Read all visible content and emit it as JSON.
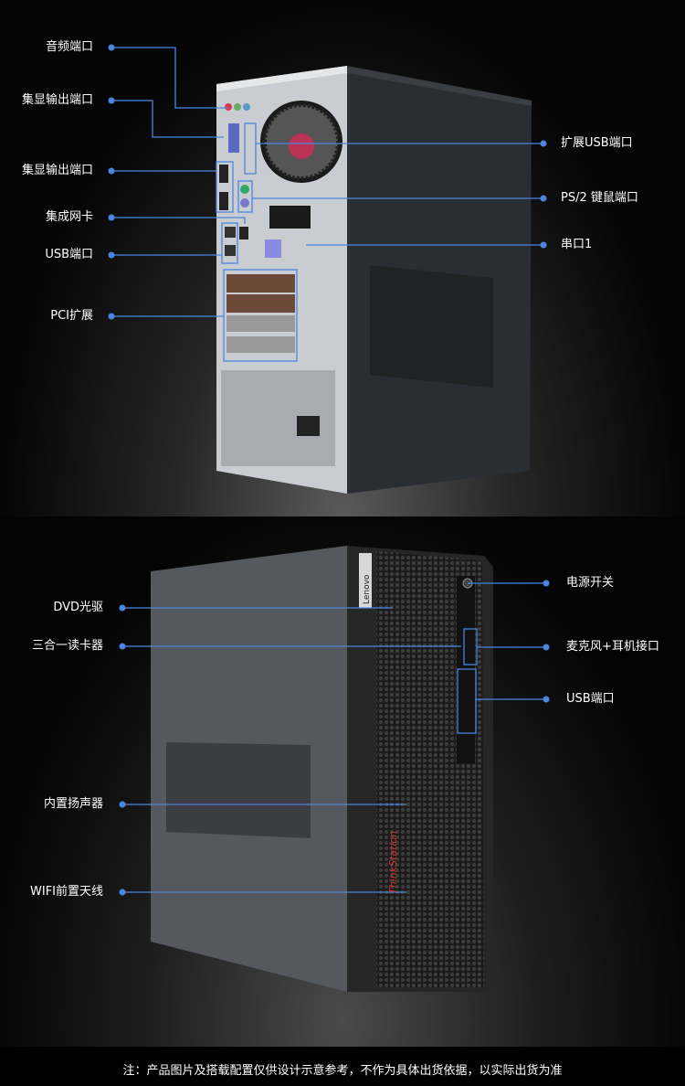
{
  "rear_view": {
    "left_callouts": [
      "音频端口",
      "集显输出端口",
      "集显输出端口",
      "集成网卡",
      "USB端口",
      "PCI扩展"
    ],
    "right_callouts": [
      "扩展USB端口",
      "PS/2 键鼠端口",
      "串口1"
    ]
  },
  "front_view": {
    "left_callouts": [
      "DVD光驱",
      "三合一读卡器",
      "内置扬声器",
      "WIFI前置天线"
    ],
    "right_callouts": [
      "电源开关",
      "麦克风+耳机接口",
      "USB端口"
    ],
    "brand_label": "Lenovo",
    "product_logo": "ThinkStation"
  },
  "footnote": "注：产品图片及搭载配置仅供设计示意参考，不作为具体出货依据，以实际出货为准",
  "colors": {
    "callout": "#4a86e0",
    "background": "#000000"
  }
}
